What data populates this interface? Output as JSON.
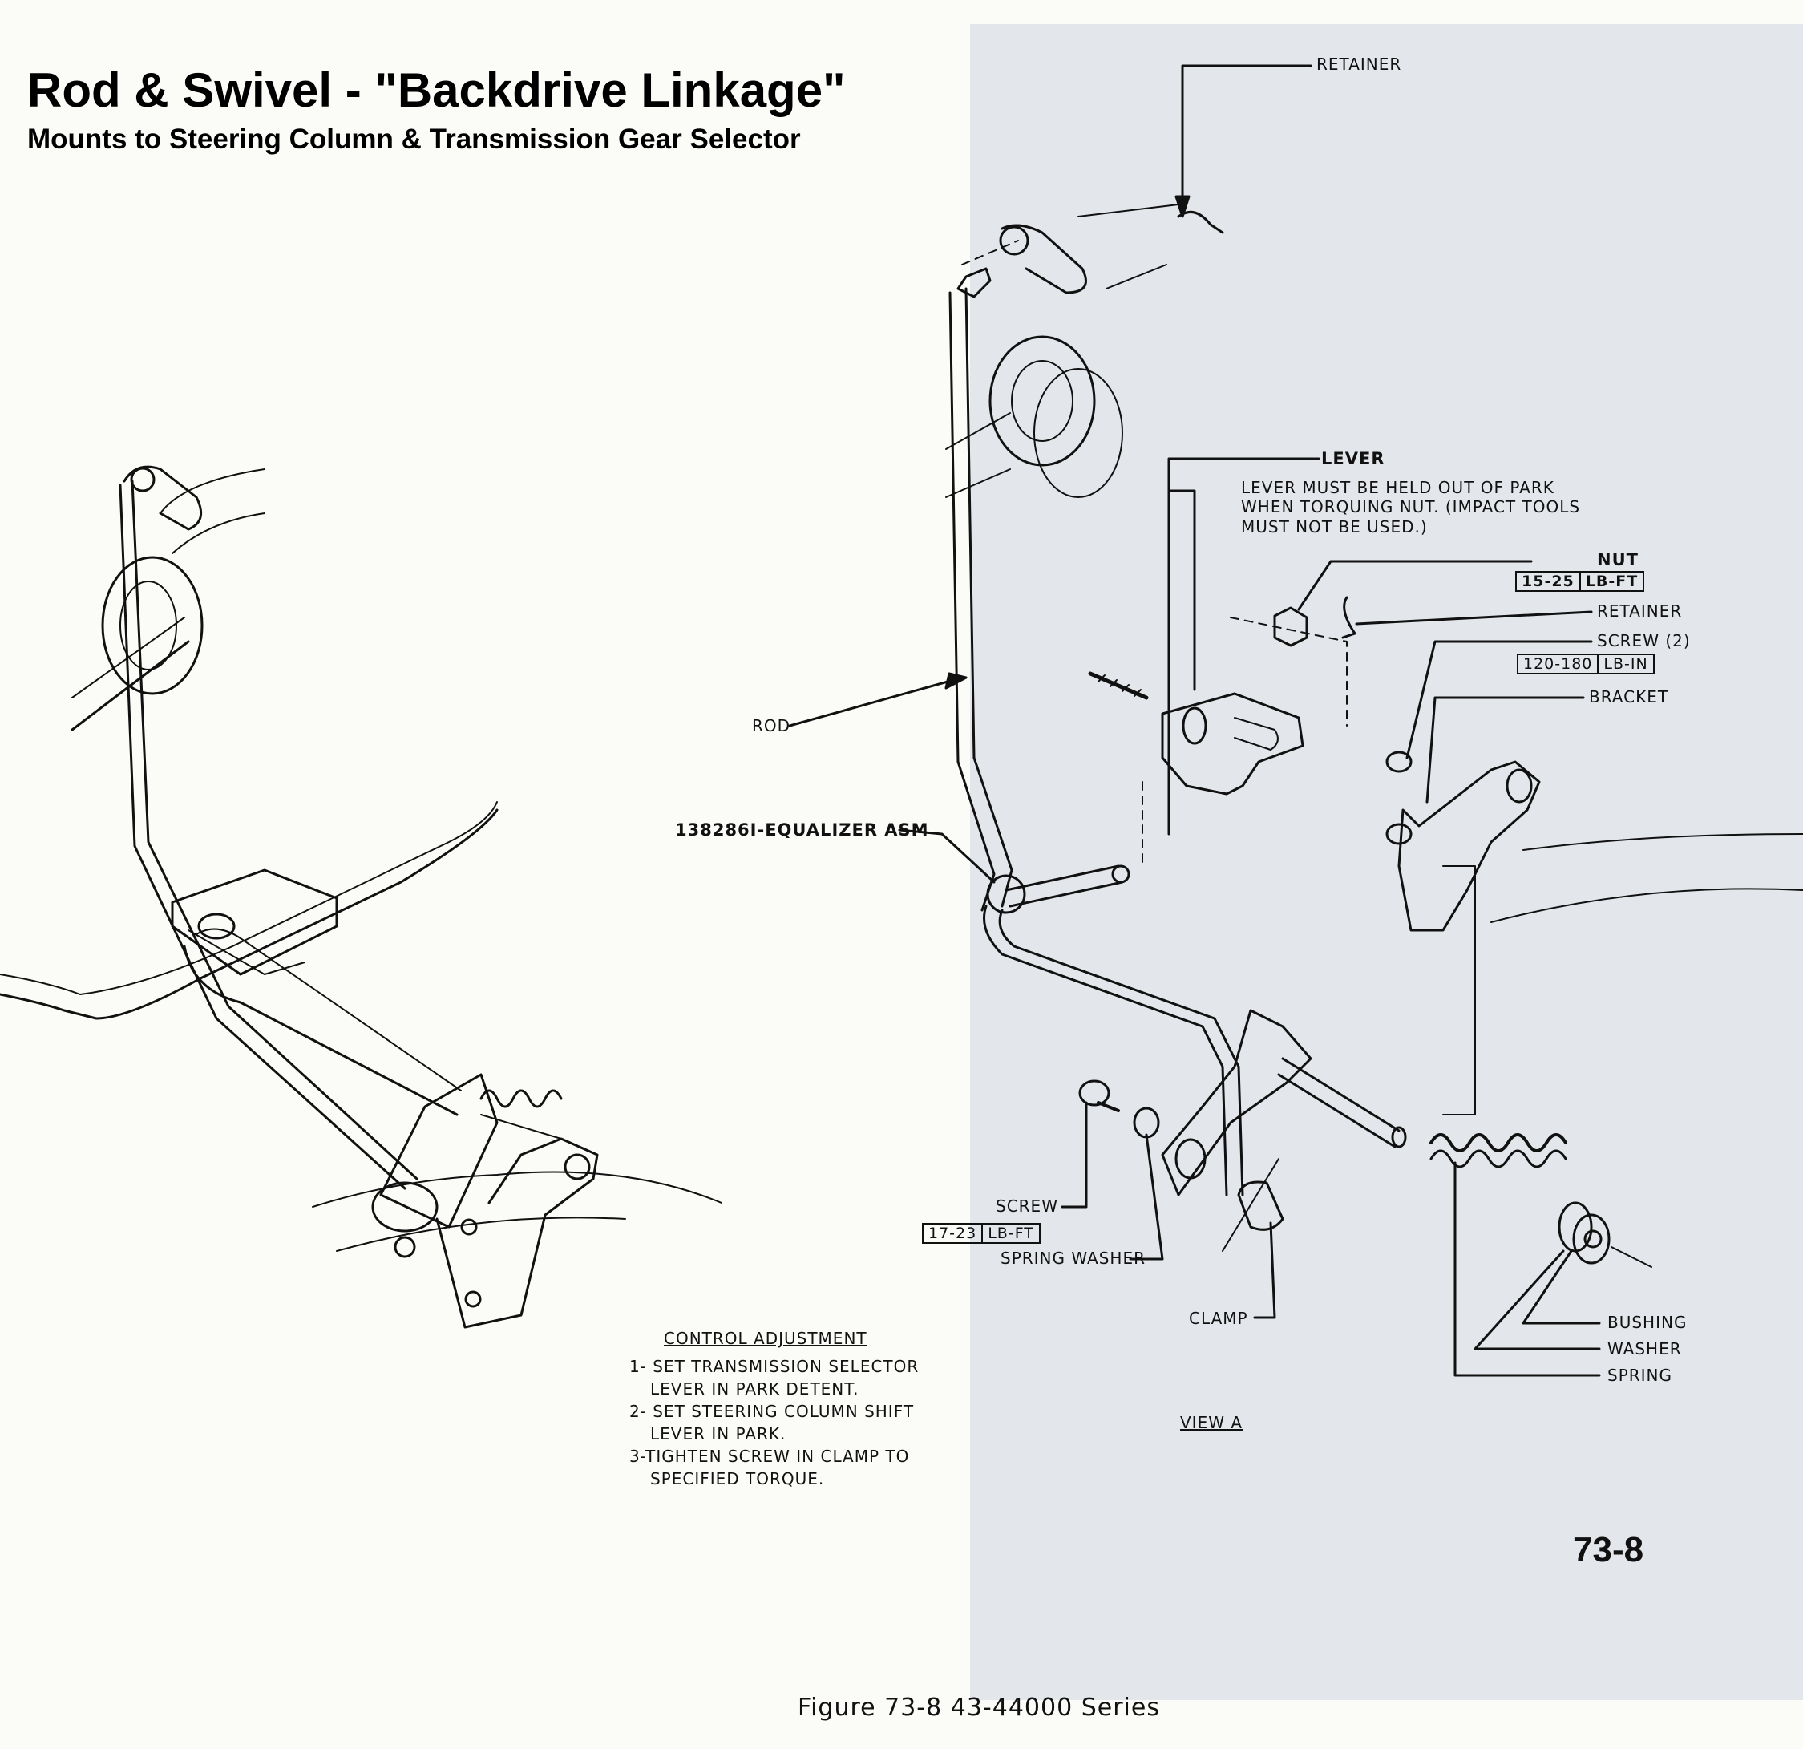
{
  "header": {
    "title": "Rod & Swivel - \"Backdrive Linkage\"",
    "subtitle": "Mounts to Steering Column & Transmission Gear Selector"
  },
  "labels": {
    "retainer_top": "RETAINER",
    "lever": "LEVER",
    "lever_note_1": "LEVER MUST BE HELD OUT OF PARK",
    "lever_note_2": "WHEN TORQUING NUT. (IMPACT TOOLS",
    "lever_note_3": "MUST NOT BE USED.)",
    "nut": "NUT",
    "nut_torque_value": "15-25",
    "nut_torque_unit": "LB-FT",
    "retainer_mid": "RETAINER",
    "screw2": "SCREW (2)",
    "screw2_torque_value": "120-180",
    "screw2_torque_unit": "LB-IN",
    "bracket": "BRACKET",
    "rod": "ROD",
    "equalizer": "138286I-EQUALIZER ASM",
    "screw": "SCREW",
    "screw_torque_value": "17-23",
    "screw_torque_unit": "LB-FT",
    "spring_washer": "SPRING WASHER",
    "clamp": "CLAMP",
    "bushing": "BUSHING",
    "washer": "WASHER",
    "spring": "SPRING",
    "view_a": "VIEW A"
  },
  "control_adjustment": {
    "heading": "CONTROL ADJUSTMENT",
    "step1a": "1- SET TRANSMISSION SELECTOR",
    "step1b": "LEVER IN PARK DETENT.",
    "step2a": "2- SET STEERING COLUMN SHIFT",
    "step2b": "LEVER IN PARK.",
    "step3a": "3-TIGHTEN SCREW IN CLAMP TO",
    "step3b": "SPECIFIED TORQUE."
  },
  "page_number": "73-8",
  "caption": "Figure 73-8   43-44000 Series",
  "colors": {
    "line": "#111111",
    "paper_left": "#fbfbf8",
    "paper_right": "#e3e6ea"
  }
}
